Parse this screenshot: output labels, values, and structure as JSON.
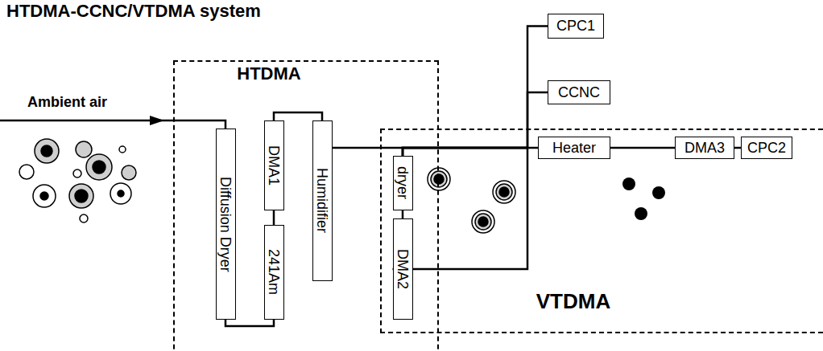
{
  "diagram": {
    "title": "HTDMA-CCNC/VTDMA system",
    "nodes": [
      {
        "text": [
          "HTDMA"
        ]
      },
      {
        "text": [
          "Diffusion Dryer"
        ],
        "in": 0
      },
      {
        "text": [
          "DMA1"
        ],
        "in": 0
      },
      {
        "text": [
          "241Am"
        ],
        "in": 0
      },
      {
        "text": [
          "Humidifier"
        ],
        "in": 0
      },
      {
        "text": [
          "dryer"
        ],
        "in": 0
      },
      {
        "text": [
          "DMA2"
        ],
        "in": 0
      },
      {
        "text": [
          "VTDMA"
        ]
      },
      {
        "text": [
          "CPC1"
        ]
      },
      {
        "text": [
          "CCNC"
        ]
      },
      {
        "text": [
          "Heater"
        ],
        "in": 7
      },
      {
        "text": [
          "DMA3"
        ],
        "in": 7
      },
      {
        "text": [
          "CPC2"
        ],
        "in": 7
      }
    ],
    "edges": [
      {
        "from": 1,
        "to": 3,
        "arrow": "none"
      },
      {
        "from": 3,
        "to": 2,
        "arrow": "none"
      },
      {
        "from": 2,
        "to": 4,
        "arrow": "none"
      },
      {
        "from": 4,
        "to": 6,
        "arrow": "none"
      },
      {
        "from": 6,
        "to": 5,
        "arrow": "none"
      },
      {
        "from": 5,
        "to": 8,
        "arrow": "none"
      },
      {
        "from": 5,
        "to": 9,
        "arrow": "none"
      },
      {
        "from": 5,
        "to": 10,
        "arrow": "none"
      },
      {
        "from": 10,
        "to": 11,
        "arrow": "none"
      },
      {
        "from": 11,
        "to": 12,
        "arrow": "none"
      }
    ],
    "labels": [
      "Ambient air"
    ]
  }
}
